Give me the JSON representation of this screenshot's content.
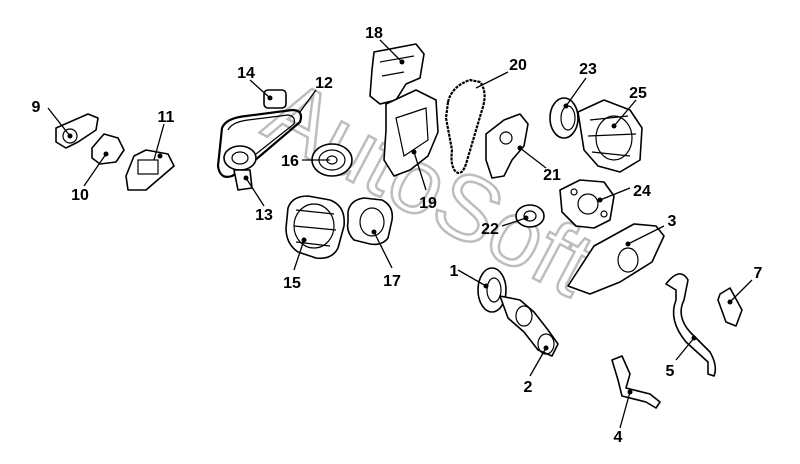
{
  "diagram": {
    "callouts": [
      {
        "id": "c9",
        "label": "9"
      },
      {
        "id": "c10",
        "label": "10"
      },
      {
        "id": "c11",
        "label": "11"
      },
      {
        "id": "c14",
        "label": "14"
      },
      {
        "id": "c12",
        "label": "12"
      },
      {
        "id": "c13",
        "label": "13"
      },
      {
        "id": "c16",
        "label": "16"
      },
      {
        "id": "c15",
        "label": "15"
      },
      {
        "id": "c17",
        "label": "17"
      },
      {
        "id": "c18",
        "label": "18"
      },
      {
        "id": "c19",
        "label": "19"
      },
      {
        "id": "c20",
        "label": "20"
      },
      {
        "id": "c21",
        "label": "21"
      },
      {
        "id": "c22",
        "label": "22"
      },
      {
        "id": "c23",
        "label": "23"
      },
      {
        "id": "c25",
        "label": "25"
      },
      {
        "id": "c24",
        "label": "24"
      },
      {
        "id": "c3",
        "label": "3"
      },
      {
        "id": "c1",
        "label": "1"
      },
      {
        "id": "c2",
        "label": "2"
      },
      {
        "id": "c7",
        "label": "7"
      },
      {
        "id": "c5",
        "label": "5"
      },
      {
        "id": "c4",
        "label": "4"
      }
    ],
    "watermark": "AutoSoft"
  }
}
